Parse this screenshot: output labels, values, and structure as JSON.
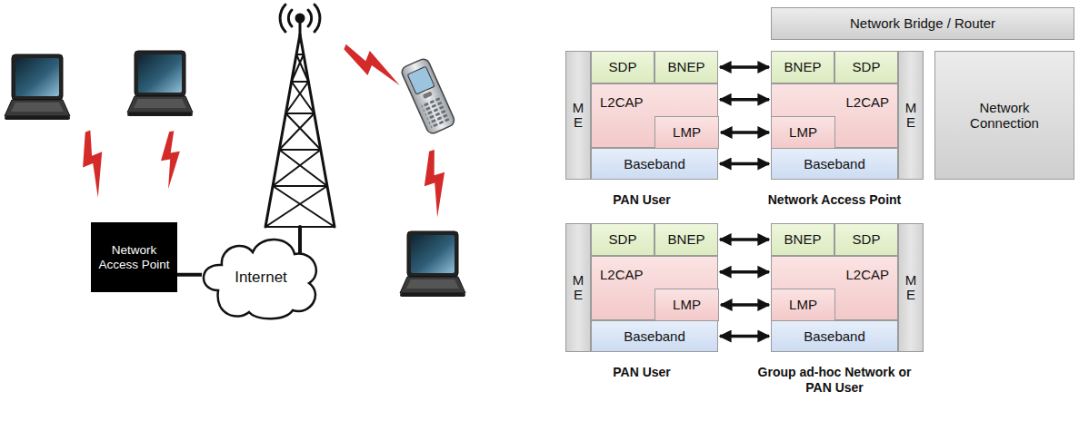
{
  "diagram": {
    "nodes": [
      {
        "text": [
          "Network Access Point"
        ]
      },
      {
        "text": [
          "Internet"
        ]
      },
      {
        "text": [
          "Network Bridge / Router"
        ]
      },
      {
        "text": [
          "M E"
        ]
      },
      {
        "text": [
          "SDP"
        ]
      },
      {
        "text": [
          "BNEP"
        ]
      },
      {
        "text": [
          "L2CAP"
        ]
      },
      {
        "text": [
          "LMP"
        ],
        "in": 6
      },
      {
        "text": [
          "Baseband"
        ]
      },
      {
        "text": [
          "BNEP"
        ]
      },
      {
        "text": [
          "SDP"
        ]
      },
      {
        "text": [
          "L2CAP"
        ]
      },
      {
        "text": [
          "LMP"
        ],
        "in": 11
      },
      {
        "text": [
          "Baseband"
        ]
      },
      {
        "text": [
          "M E"
        ]
      },
      {
        "text": [
          "Network Connection"
        ]
      },
      {
        "text": [
          "M E"
        ]
      },
      {
        "text": [
          "SDP"
        ]
      },
      {
        "text": [
          "BNEP"
        ]
      },
      {
        "text": [
          "L2CAP"
        ]
      },
      {
        "text": [
          "LMP"
        ],
        "in": 19
      },
      {
        "text": [
          "Baseband"
        ]
      },
      {
        "text": [
          "BNEP"
        ]
      },
      {
        "text": [
          "SDP"
        ]
      },
      {
        "text": [
          "L2CAP"
        ]
      },
      {
        "text": [
          "LMP"
        ],
        "in": 24
      },
      {
        "text": [
          "Baseband"
        ]
      },
      {
        "text": [
          "M E"
        ]
      }
    ],
    "edges": [
      {
        "from": 0,
        "to": 1,
        "arrow": "none"
      },
      {
        "from": 5,
        "to": 9,
        "arrow": "both"
      },
      {
        "from": 6,
        "to": 11,
        "arrow": "both"
      },
      {
        "from": 7,
        "to": 12,
        "arrow": "both"
      },
      {
        "from": 8,
        "to": 13,
        "arrow": "both"
      },
      {
        "from": 18,
        "to": 22,
        "arrow": "both"
      },
      {
        "from": 19,
        "to": 24,
        "arrow": "both"
      },
      {
        "from": 20,
        "to": 25,
        "arrow": "both"
      },
      {
        "from": 21,
        "to": 26,
        "arrow": "both"
      }
    ],
    "labels": [
      "PAN User",
      "Network Access Point",
      "PAN User",
      "Group ad-hoc Network or PAN User"
    ]
  }
}
